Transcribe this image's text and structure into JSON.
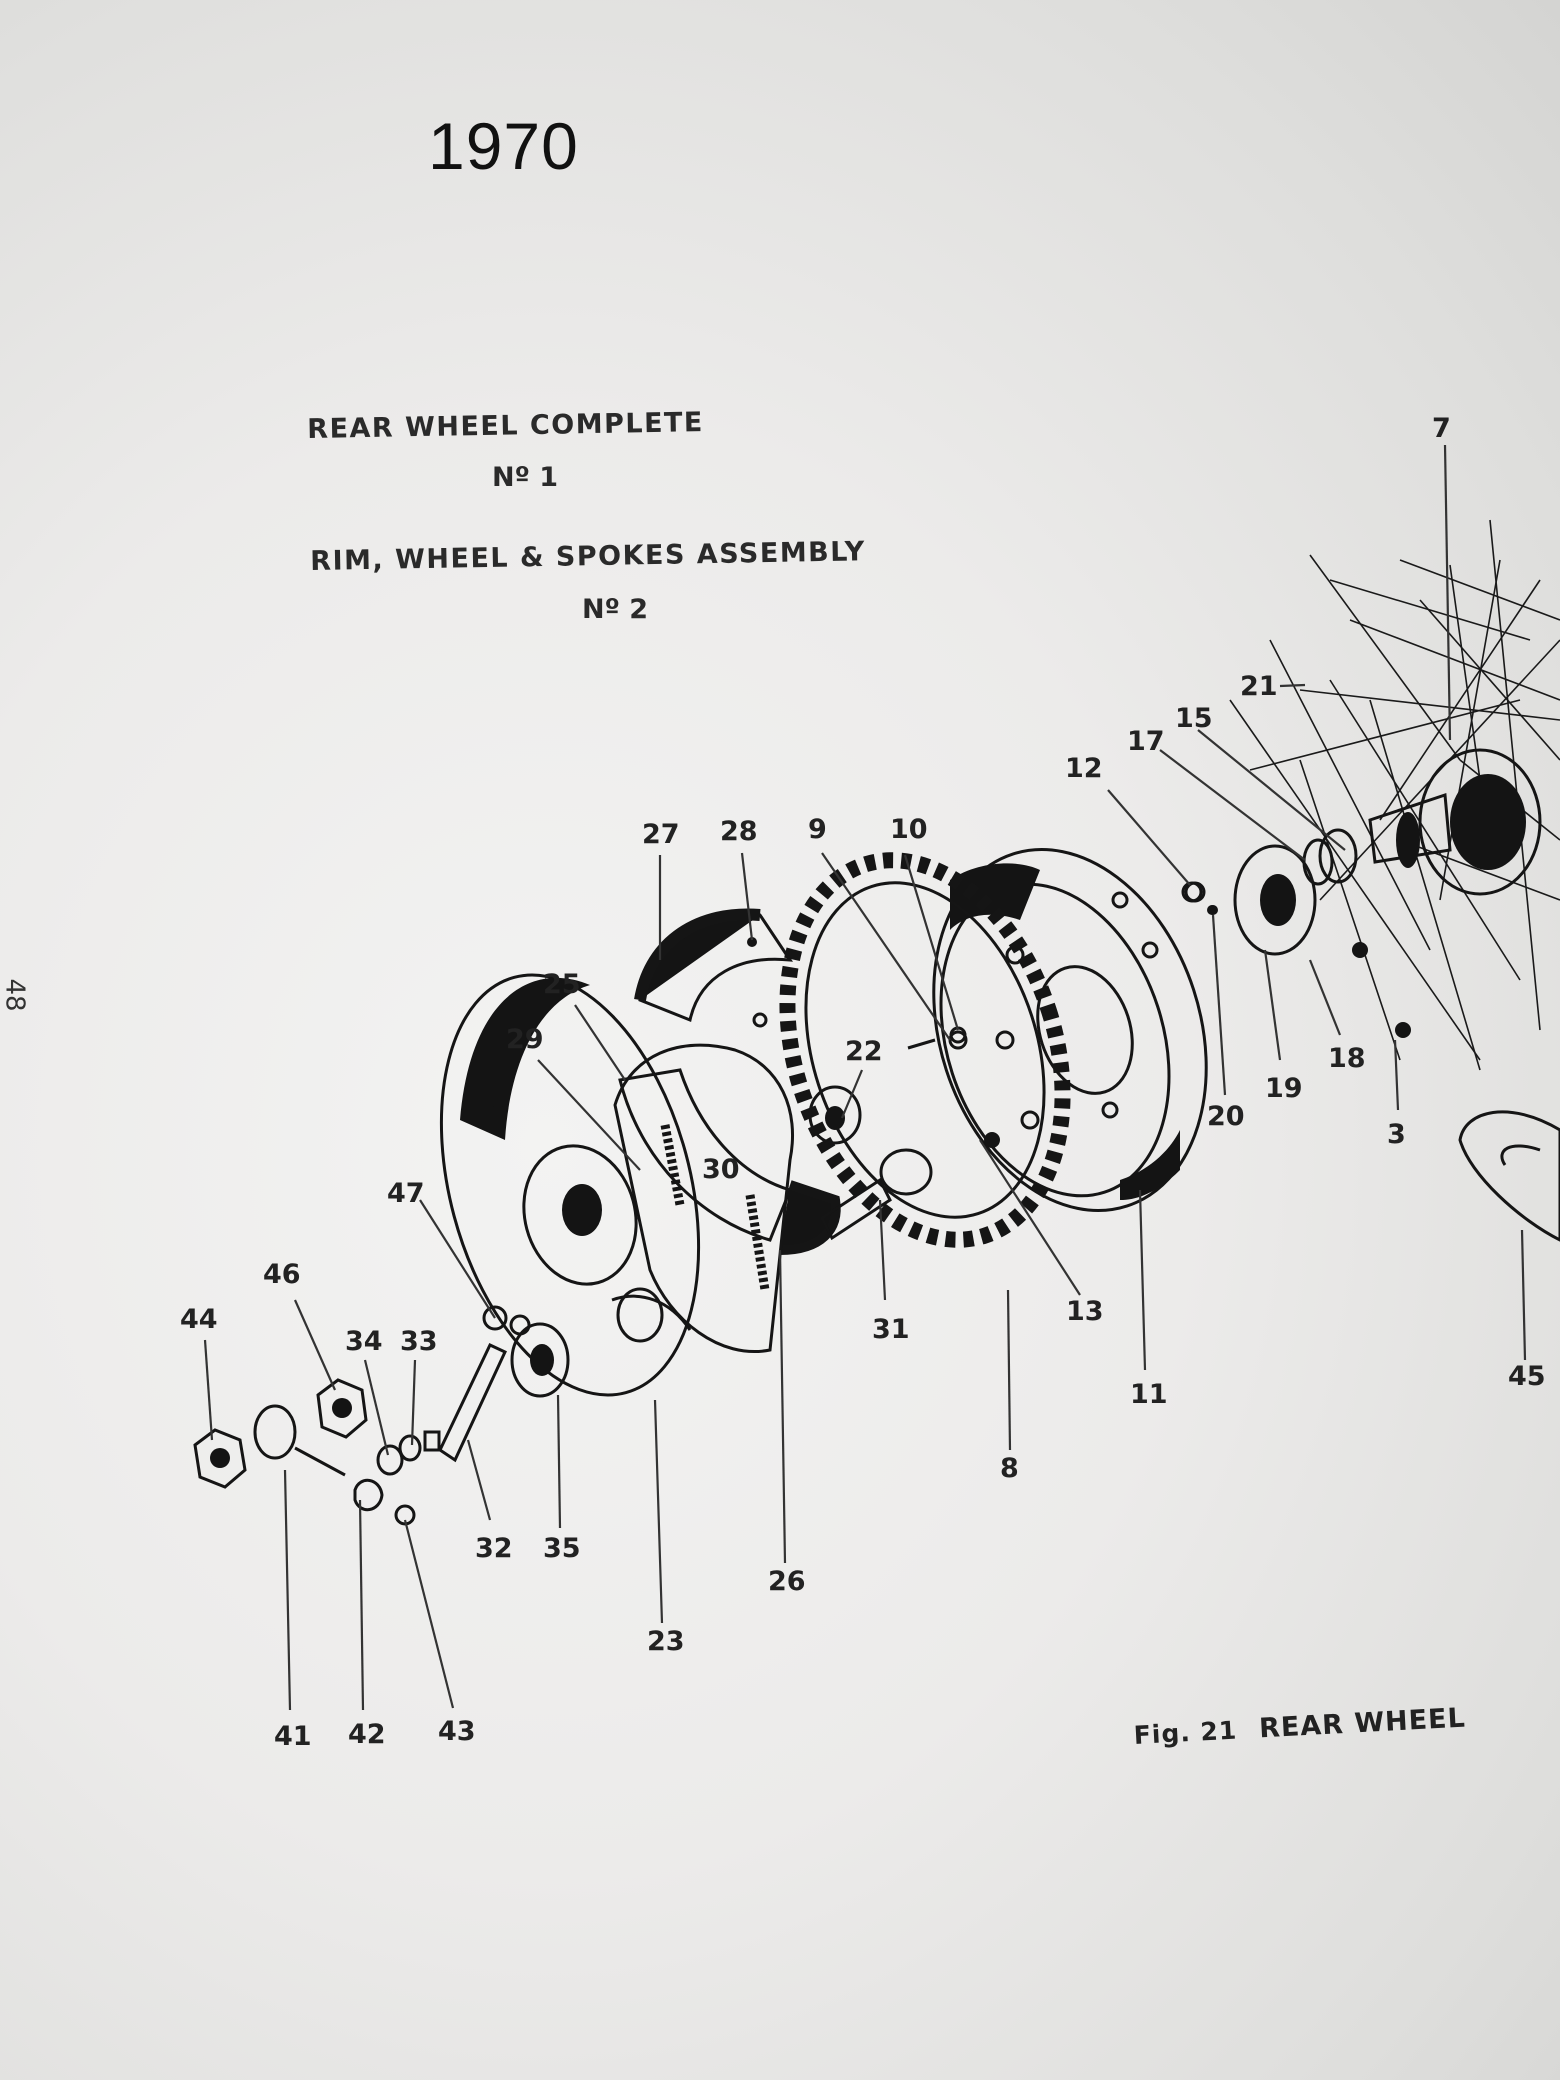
{
  "annotation": {
    "year": "1970"
  },
  "headings": {
    "line1": "REAR WHEEL COMPLETE",
    "line1_no": "Nº 1",
    "line2": "RIM, WHEEL & SPOKES ASSEMBLY",
    "line2_no": "Nº 2"
  },
  "page_number": "48",
  "figure": {
    "label": "Fig. 21",
    "title": "REAR WHEEL"
  },
  "callouts": [
    "7",
    "21",
    "15",
    "17",
    "12",
    "27",
    "28",
    "9",
    "10",
    "25",
    "29",
    "22",
    "30",
    "47",
    "46",
    "44",
    "34",
    "33",
    "31",
    "13",
    "11",
    "45",
    "8",
    "32",
    "35",
    "26",
    "23",
    "41",
    "42",
    "43",
    "19",
    "18",
    "3",
    "20"
  ]
}
